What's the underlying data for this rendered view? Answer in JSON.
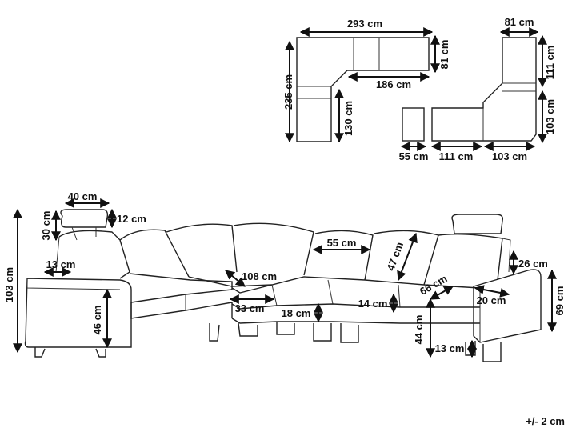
{
  "top_left_plan": {
    "width_total": "293 cm",
    "depth_right": "81 cm",
    "inner_length": "186 cm",
    "height_left": "235 cm",
    "inner_left": "130 cm"
  },
  "top_right_plan": {
    "width_top": "81 cm",
    "upper_right": "111 cm",
    "lower_right": "103 cm",
    "ottoman": "55 cm",
    "seat_mid": "111 cm",
    "seat_corner": "103 cm"
  },
  "sofa": {
    "headrest_width": "40 cm",
    "headrest_depth": "12 cm",
    "headrest_height": "30 cm",
    "total_height": "103 cm",
    "arm_width": "13 cm",
    "seat_height": "46 cm",
    "seat_depth": "108 cm",
    "seat_front": "33 cm",
    "cushion_thick": "18 cm",
    "back_width": "55 cm",
    "back_height": "47 cm",
    "cushion_14": "14 cm",
    "diag_66": "66 cm",
    "arm_depth": "20 cm",
    "arm_top": "26 cm",
    "arm_height": "69 cm",
    "leg_44": "44 cm",
    "leg_13": "13 cm"
  },
  "tolerance": "+/- 2 cm"
}
